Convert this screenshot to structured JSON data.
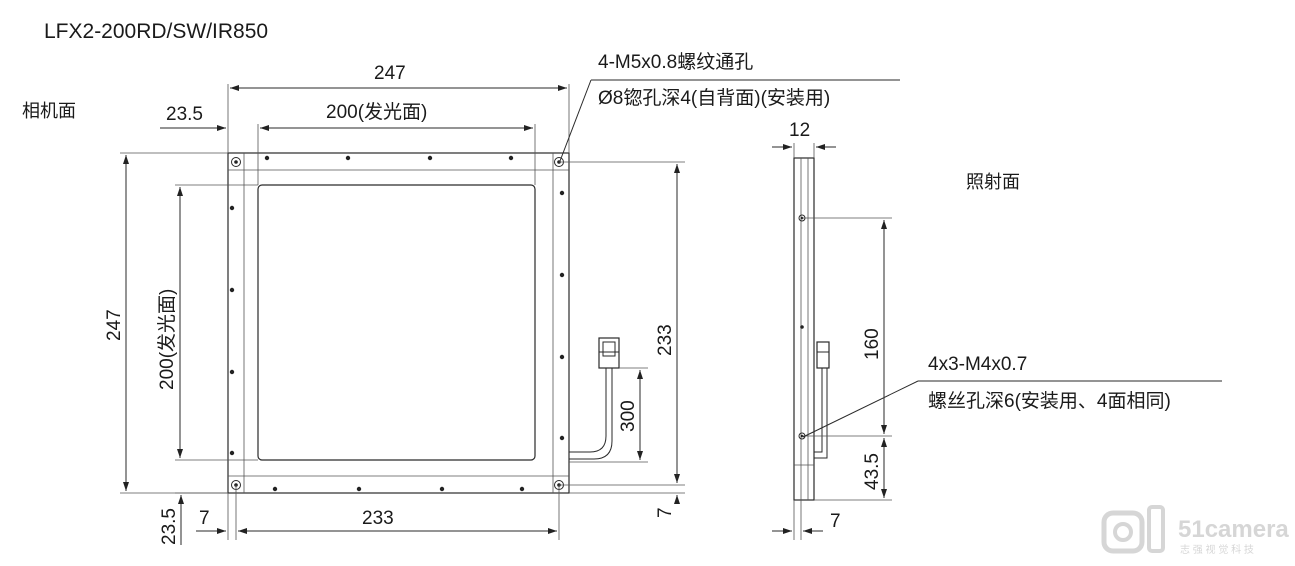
{
  "title": "LFX2-200RD/SW/IR850",
  "faces": {
    "camera_side": "相机面",
    "irradiation_side": "照射面"
  },
  "dims": {
    "overall_width": "247",
    "emitting_width": "200(发光面)",
    "left_offset": "23.5",
    "overall_height": "247",
    "emitting_height": "200(发光面)",
    "hole_pitch_vertical": "233",
    "cable_length": "300",
    "bottom_offset": "23.5",
    "left_margin": "7",
    "hole_pitch_horizontal": "233",
    "right_margin": "7",
    "thickness": "12",
    "side_hole_pitch": "160",
    "side_bottom_offset": "43.5",
    "side_bottom_margin": "7"
  },
  "notes": {
    "through_hole_line1": "4-M5x0.8螺纹通孔",
    "through_hole_line2": "Ø8锪孔深4(自背面)(安装用)",
    "side_hole_line1": "4x3-M4x0.7",
    "side_hole_line2": "螺丝孔深6(安装用、4面相同)"
  },
  "watermark": {
    "brand": "51camera",
    "tagline": "志 强 视 觉 科 技"
  }
}
